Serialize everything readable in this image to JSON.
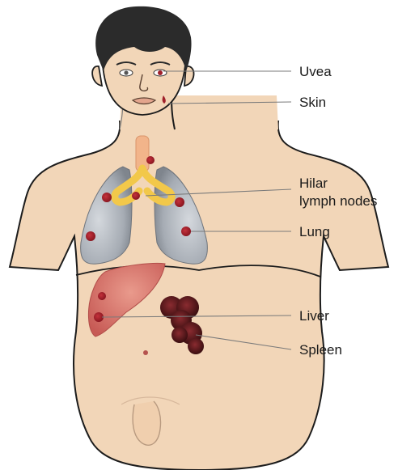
{
  "labels": {
    "uvea": "Uvea",
    "skin": "Skin",
    "hilar_line1": "Hilar",
    "hilar_line2": "lymph nodes",
    "lung": "Lung",
    "liver": "Liver",
    "spleen": "Spleen"
  },
  "colors": {
    "skin": "#f2d6b8",
    "skin_outline": "#1c1c1c",
    "hair": "#2b2b2b",
    "lung": "#9aa1aa",
    "trachea": "#f2b48a",
    "hilar_nodes": "#f2c84a",
    "lesion": "#a0202a",
    "liver": "#d9706a",
    "spleen": "#5a1a1e",
    "leader_line": "#7a7a7a"
  }
}
